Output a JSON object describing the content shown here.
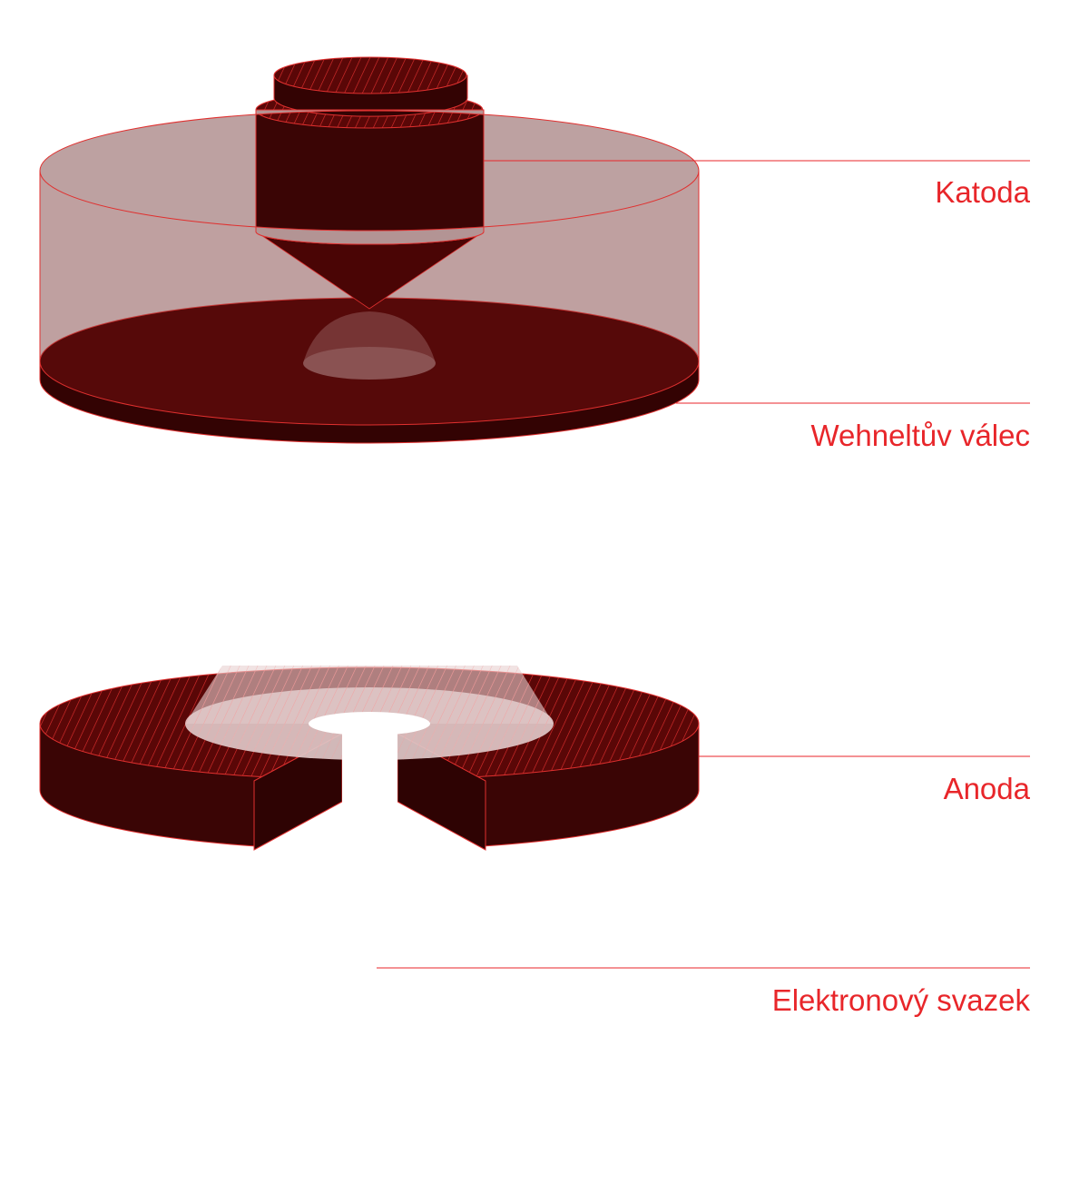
{
  "labels": {
    "cathode": "Katoda",
    "wehnelt": "Wehneltův válec",
    "anode": "Anoda",
    "beam": "Elektronový svazek"
  },
  "colors": {
    "accent": "#e8262a",
    "dark": "#3a0505",
    "disc": "#560909",
    "translucent": "#8a5252",
    "top": "#b99c9c"
  }
}
